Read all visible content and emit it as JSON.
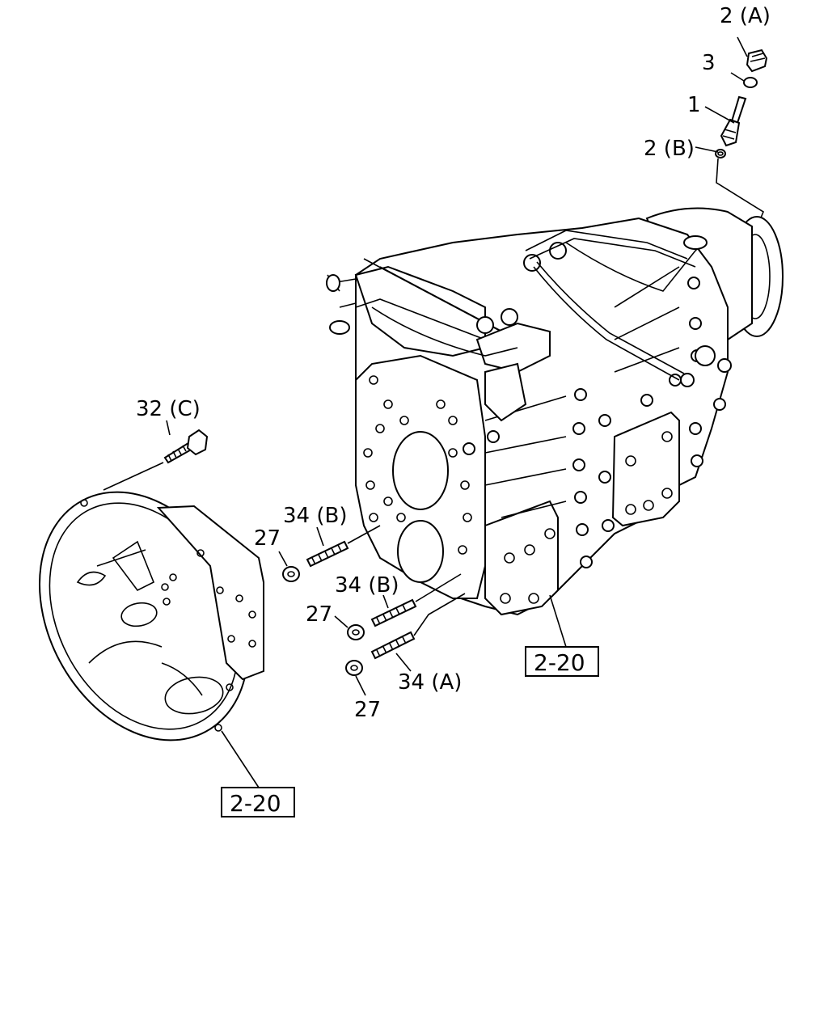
{
  "callouts": {
    "c2a": "2 (A)",
    "c3": "3",
    "c1": "1",
    "c2b": "2 (B)",
    "c32c": "32 (C)",
    "c34b_upper": "34 (B)",
    "c27_upper": "27",
    "c34b_lower": "34 (B)",
    "c27_middle": "27",
    "c34a": "34 (A)",
    "c27_lower": "27"
  },
  "references": {
    "ref_transmission": "2-20",
    "ref_clutch_housing": "2-20"
  }
}
